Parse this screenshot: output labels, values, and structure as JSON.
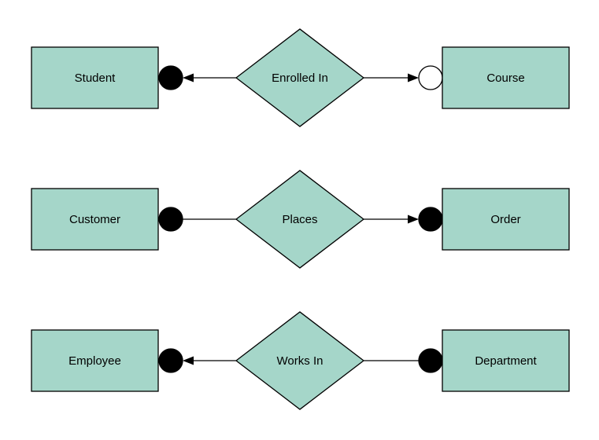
{
  "diagram": {
    "type": "er-relationship-diagram",
    "colors": {
      "shape_fill": "#a5d6c9",
      "shape_stroke": "#000000",
      "line": "#000000",
      "filled_connector": "#000000",
      "open_connector": "#ffffff",
      "background": "#ffffff"
    },
    "rows": [
      {
        "left_entity": "Student",
        "relationship": "Enrolled In",
        "right_entity": "Course",
        "left_connector": {
          "type": "filled-circle",
          "fill": "#000000"
        },
        "right_connector": {
          "type": "open-circle",
          "fill": "#ffffff"
        },
        "left_arrow": "points-left-into-circle",
        "right_arrow": "points-right-into-circle"
      },
      {
        "left_entity": "Customer",
        "relationship": "Places",
        "right_entity": "Order",
        "left_connector": {
          "type": "filled-circle",
          "fill": "#000000"
        },
        "right_connector": {
          "type": "filled-circle",
          "fill": "#000000"
        },
        "left_arrow": "none",
        "right_arrow": "points-right-into-circle"
      },
      {
        "left_entity": "Employee",
        "relationship": "Works In",
        "right_entity": "Department",
        "left_connector": {
          "type": "filled-circle",
          "fill": "#000000"
        },
        "right_connector": {
          "type": "filled-circle",
          "fill": "#000000"
        },
        "left_arrow": "points-left-into-circle",
        "right_arrow": "none"
      }
    ]
  }
}
